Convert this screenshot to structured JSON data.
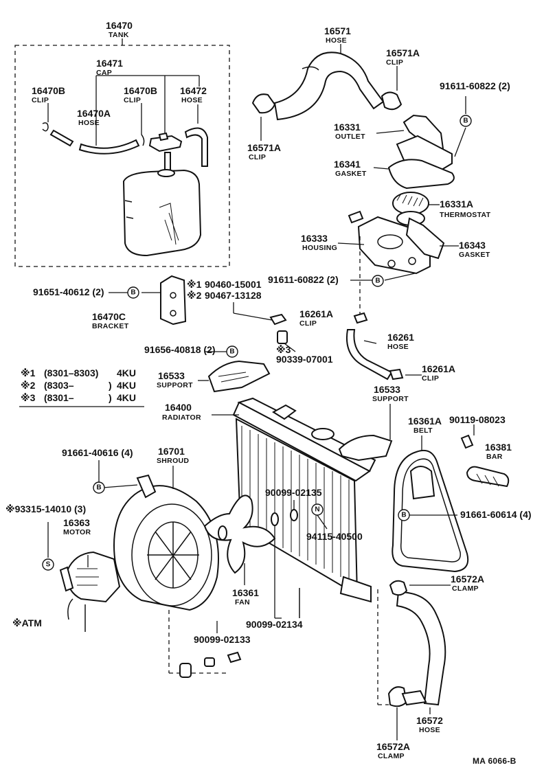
{
  "labels": {
    "tank": {
      "num": "16470",
      "name": "TANK"
    },
    "cap": {
      "num": "16471",
      "name": "CAP"
    },
    "clip_16470b_a": {
      "num": "16470B",
      "name": "CLIP"
    },
    "hose_16470a": {
      "num": "16470A",
      "name": "HOSE"
    },
    "clip_16470b_b": {
      "num": "16470B",
      "name": "CLIP"
    },
    "hose_16472": {
      "num": "16472",
      "name": "HOSE"
    },
    "hose_16571": {
      "num": "16571",
      "name": "HOSE"
    },
    "clip_16571a_top": {
      "num": "16571A",
      "name": "CLIP"
    },
    "clip_16571a_left": {
      "num": "16571A",
      "name": "CLIP"
    },
    "bolt_91611_top": {
      "num": "91611-60822 (2)"
    },
    "outlet": {
      "num": "16331",
      "name": "OUTLET"
    },
    "gasket_16341": {
      "num": "16341",
      "name": "GASKET"
    },
    "thermostat": {
      "num": "16331A",
      "name": "THERMOSTAT"
    },
    "housing": {
      "num": "16333",
      "name": "HOUSING"
    },
    "gasket_16343": {
      "num": "16343",
      "name": "GASKET"
    },
    "bolt_91611_mid": {
      "num": "91611-60822 (2)"
    },
    "bolt_91651": {
      "num": "91651-40612 (2)"
    },
    "bracket": {
      "num": "16470C",
      "name": "BRACKET"
    },
    "note_1_part": {
      "mark": "※1",
      "num": "90460-15001"
    },
    "note_2_part": {
      "mark": "※2",
      "num": "90467-13128"
    },
    "clip_16261a_top": {
      "num": "16261A",
      "name": "CLIP"
    },
    "hose_16261": {
      "num": "16261",
      "name": "HOSE"
    },
    "clip_16261a_bottom": {
      "num": "16261A",
      "name": "CLIP"
    },
    "note_3_part": {
      "mark": "※3",
      "num": "90339-07001"
    },
    "bolt_91656": {
      "num": "91656-40818 (2)"
    },
    "support_left": {
      "num": "16533",
      "name": "SUPPORT"
    },
    "support_right": {
      "num": "16533",
      "name": "SUPPORT"
    },
    "radiator": {
      "num": "16400",
      "name": "RADIATOR"
    },
    "belt": {
      "num": "16361A",
      "name": "BELT"
    },
    "bolt_90119": {
      "num": "90119-08023"
    },
    "bar": {
      "num": "16381",
      "name": "BAR"
    },
    "bolt_91661_shroud": {
      "num": "91661-40616 (4)"
    },
    "shroud": {
      "num": "16701",
      "name": "SHROUD"
    },
    "washer_90099_02135": {
      "num": "90099-02135"
    },
    "nut_94115": {
      "num": "94115-40500"
    },
    "bolt_91661_belt": {
      "num": "91661-60614 (4)"
    },
    "screw_93315": {
      "num": "※93315-14010 (3)"
    },
    "motor": {
      "num": "16363",
      "name": "MOTOR"
    },
    "fan": {
      "num": "16361",
      "name": "FAN"
    },
    "washer_90099_02134": {
      "num": "90099-02134"
    },
    "washer_90099_02133": {
      "num": "90099-02133"
    },
    "clamp_16572a_top": {
      "num": "16572A",
      "name": "CLAMP"
    },
    "hose_16572": {
      "num": "16572",
      "name": "HOSE"
    },
    "clamp_16572a_bottom": {
      "num": "16572A",
      "name": "CLAMP"
    }
  },
  "badges": {
    "b": "B",
    "n": "N",
    "s": "S"
  },
  "notes": {
    "line1": {
      "mark": "※1",
      "range": "(8301–8303)",
      "engine": "4KU"
    },
    "line2": {
      "mark": "※2",
      "range": "(8303–",
      "close": ")",
      "engine": "4KU"
    },
    "line3": {
      "mark": "※3",
      "range": "(8301–",
      "close": ")",
      "engine": "4KU"
    },
    "atm": "※ATM"
  },
  "figure_code": "MA  6066-B"
}
